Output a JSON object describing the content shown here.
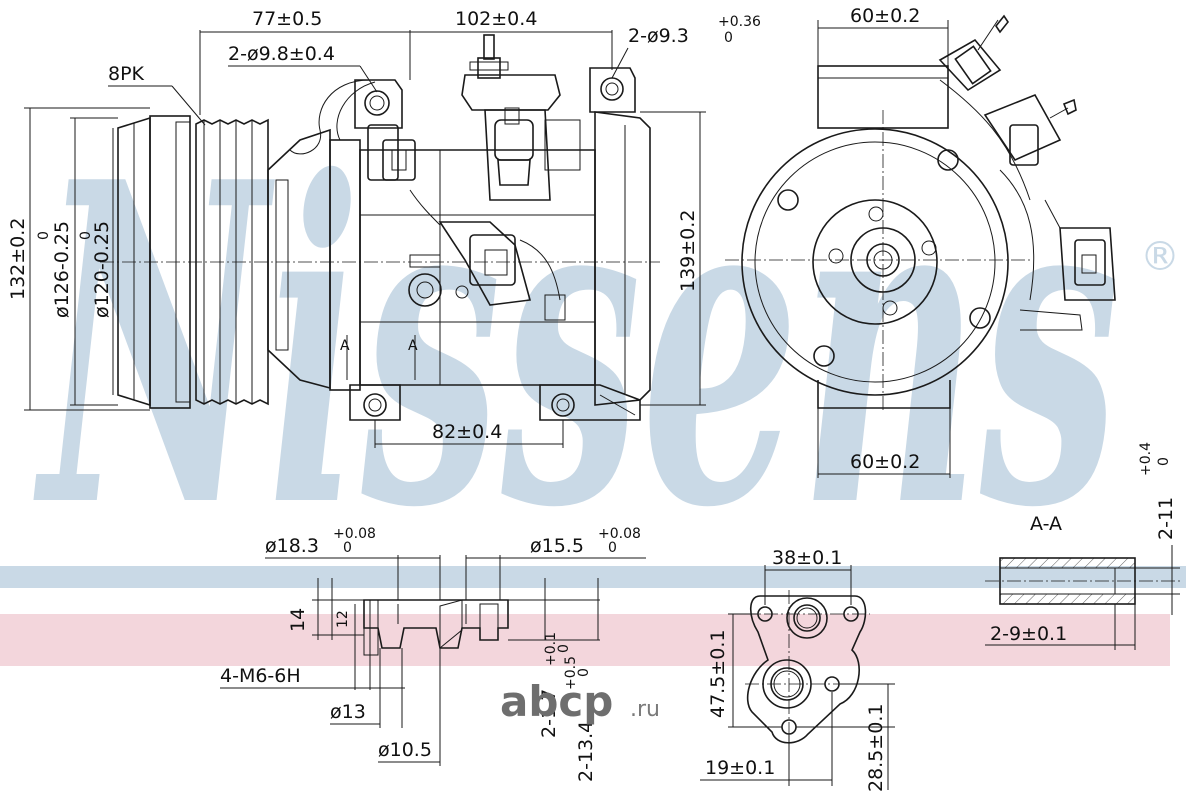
{
  "watermark": {
    "text": "Nissens",
    "registered": "®",
    "band_blue": "#c9d9e6",
    "band_pink": "#f3d6dc"
  },
  "brand": {
    "name": "abcp",
    "suffix": ".ru",
    "color": "#6e6e6e"
  },
  "labels": {
    "belt": "8PK",
    "d77": "77±0.5",
    "d102": "102±0.4",
    "hole98": "2-ø9.8±0.4",
    "hole93": "2-ø9.3",
    "hole93_tol": "+0.36",
    "hole93_low": "0",
    "d132": "132±0.2",
    "d126": "ø126-0.25",
    "d126_up": "0",
    "d120": "ø120-0.25",
    "d120_up": "0",
    "d139": "139±0.2",
    "d82": "82±0.4",
    "d60a": "60±0.2",
    "d60b": "60±0.2",
    "d183": "ø18.3",
    "d183_up": "+0.08",
    "d183_low": "0",
    "d155": "ø15.5",
    "d155_up": "+0.08",
    "d155_low": "0",
    "d14": "14",
    "d12": "12",
    "m6": "4-M6-6H",
    "d13": "ø13",
    "d105": "ø10.5",
    "d17": "2-1.7",
    "d17_up": "+0.1",
    "d17_low": "0",
    "d134": "2-13.4",
    "d134_up": "+0.5",
    "d134_low": "0",
    "d38": "38±0.1",
    "d475": "47.5±0.1",
    "d285": "28.5±0.1",
    "d19": "19±0.1",
    "sectionAA": "A-A",
    "d11": "2-11",
    "d11_up": "+0.4",
    "d11_low": "0",
    "d9": "2-9±0.1",
    "markA1": "A",
    "markA2": "A"
  }
}
